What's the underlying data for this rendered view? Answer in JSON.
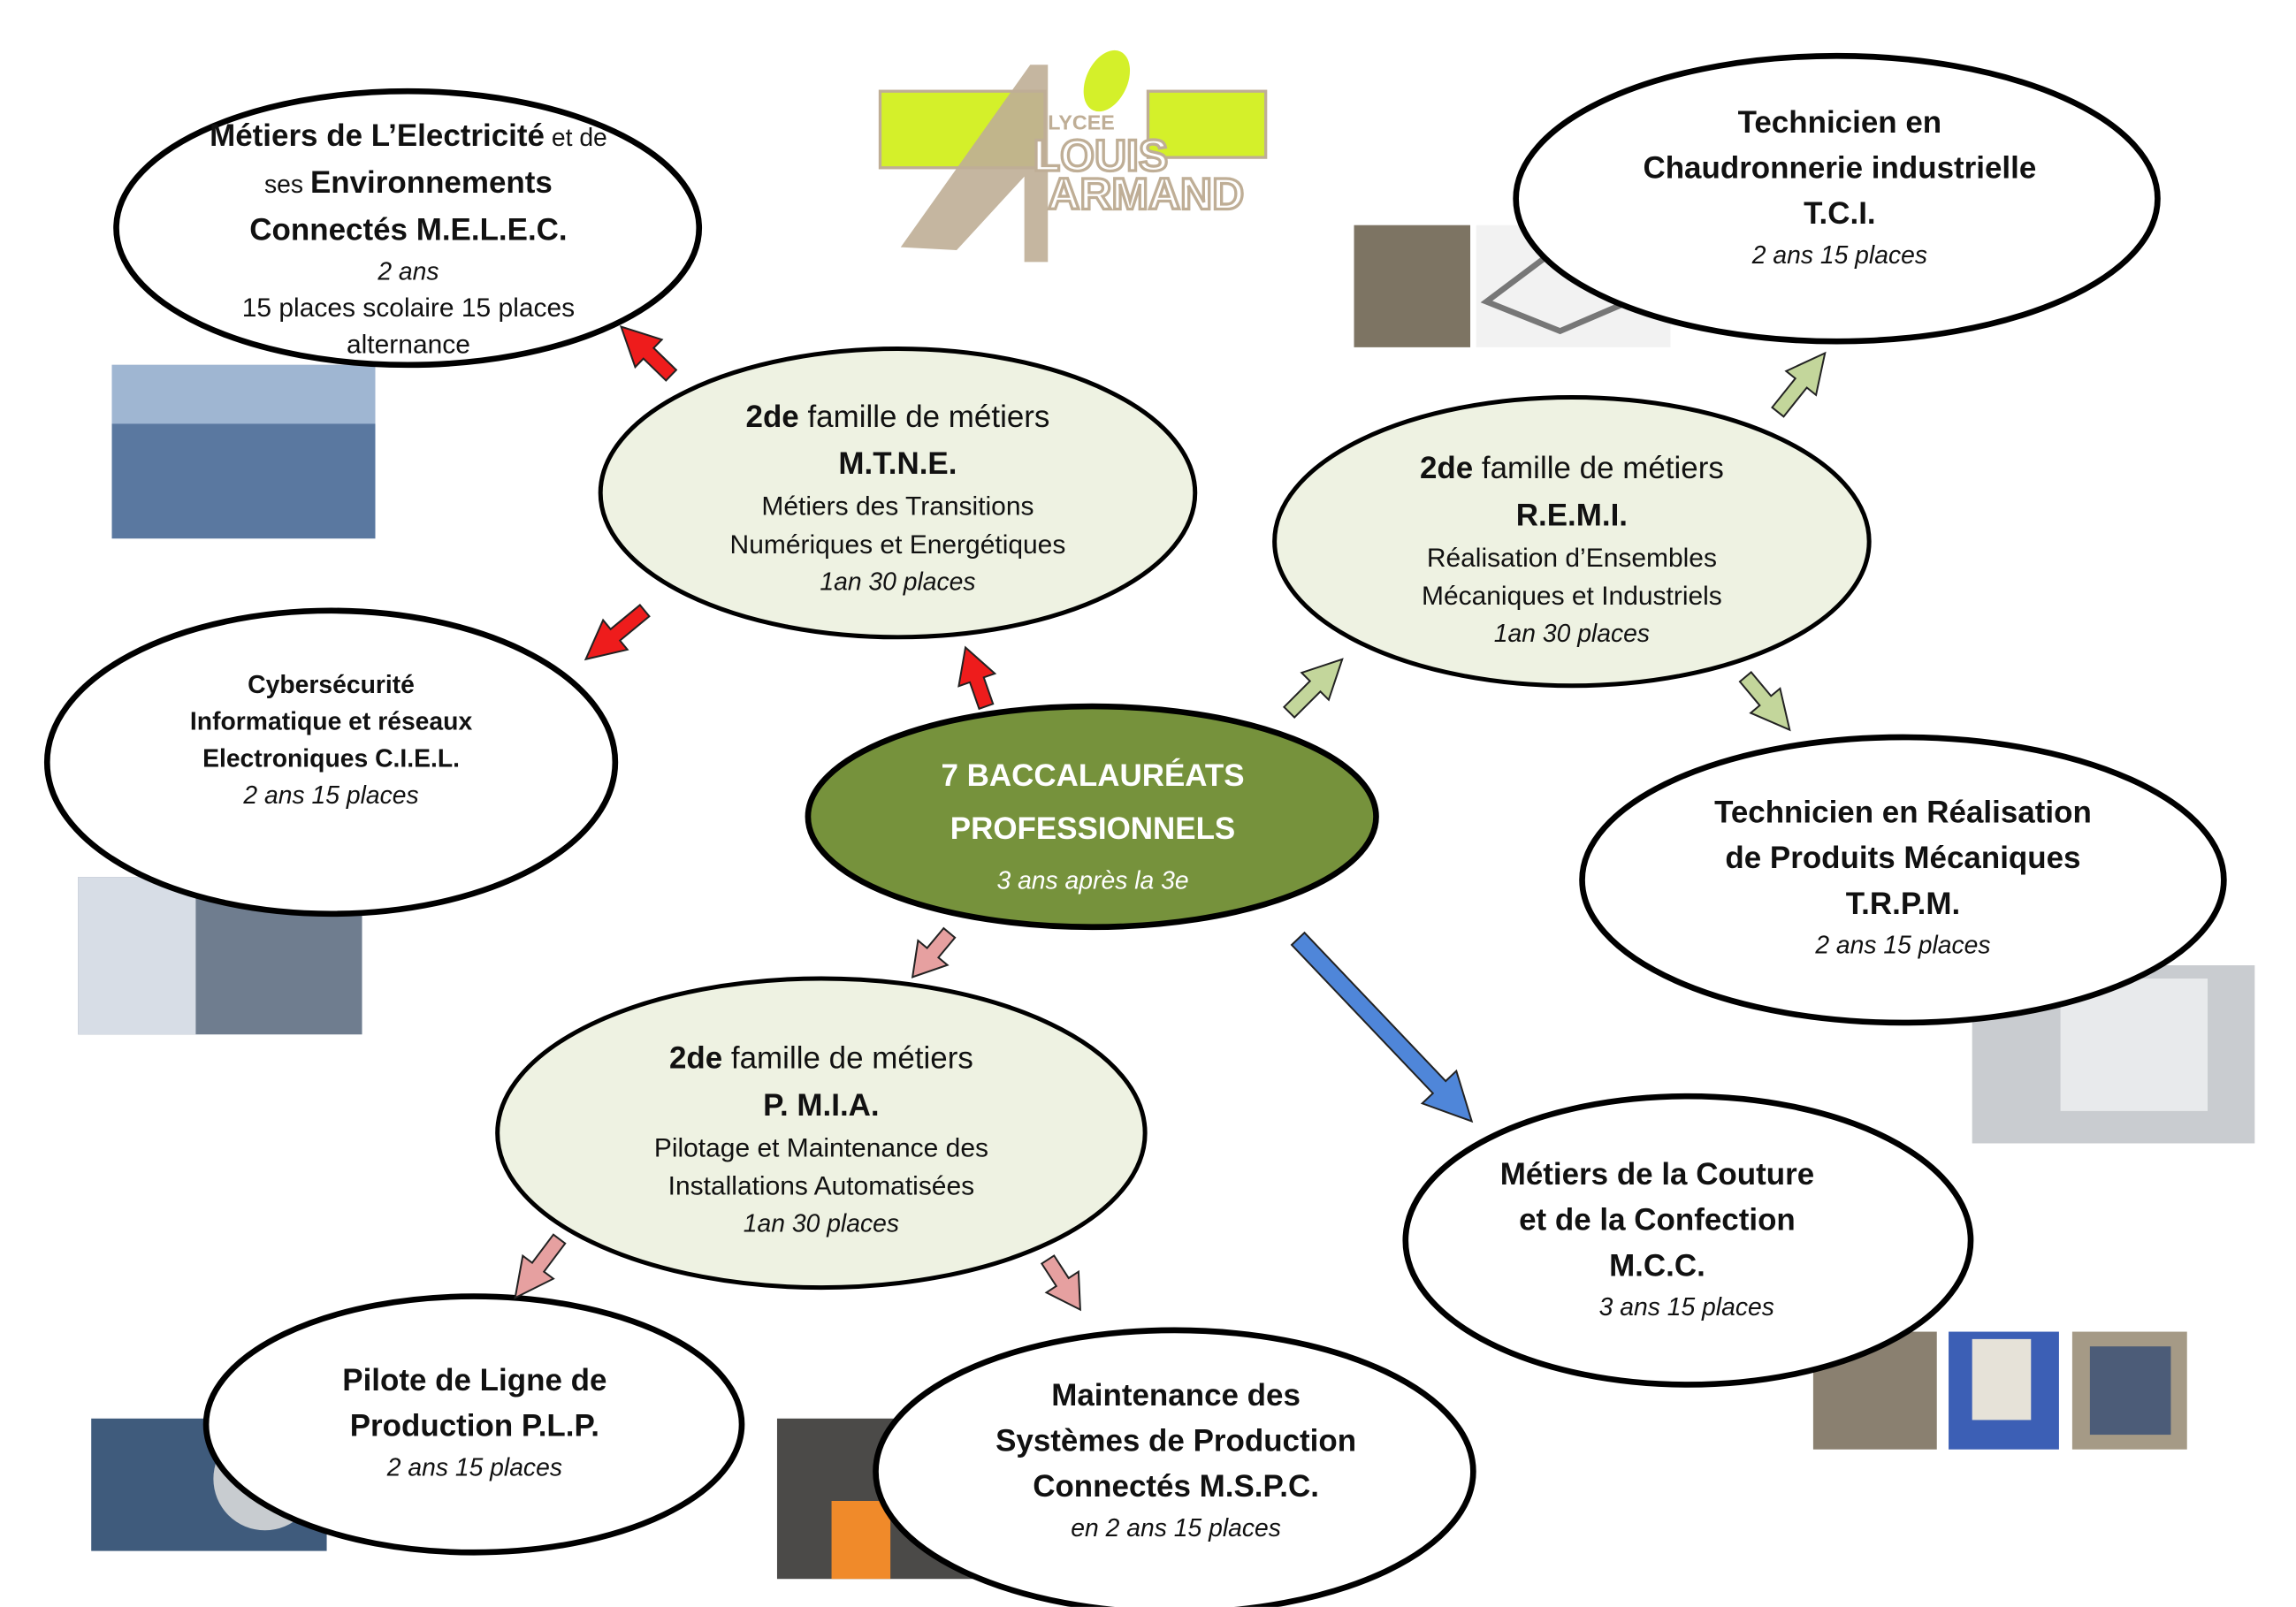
{
  "colors": {
    "central_fill": "#76923c",
    "family_fill": "#eef2e2",
    "job_fill": "#ffffff",
    "arrow_red": "#ee1c1c",
    "arrow_lightgreen": "#c3d69b",
    "arrow_pink": "#e6a0a0",
    "arrow_blue": "#4f86d9",
    "logo_green": "#d4f02a",
    "logo_tan": "#bfae96"
  },
  "logo": {
    "line1": "LYCEE",
    "line2": "LOUIS",
    "line3": "ARMAND"
  },
  "central": {
    "line1": "7 BACCALAURÉATS",
    "line2": "PROFESSIONNELS",
    "duration": "3 ans après la 3e"
  },
  "families": {
    "mtne": {
      "prefix": "2de",
      "label": " famille de métiers",
      "code": "M.T.N.E.",
      "desc1": "Métiers des Transitions",
      "desc2": "Numériques et Energétiques",
      "places": "1an 30 places"
    },
    "remi": {
      "prefix": "2de",
      "label": " famille de métiers",
      "code": "R.E.M.I.",
      "desc1": "Réalisation d’Ensembles",
      "desc2": "Mécaniques et Industriels",
      "places": "1an 30 places"
    },
    "pmia": {
      "prefix": "2de",
      "label": " famille de métiers",
      "code": "P. M.I.A.",
      "desc1": "Pilotage et Maintenance des",
      "desc2": "Installations Automatisées",
      "places": "1an 30 places"
    }
  },
  "jobs": {
    "melec": {
      "l1a": "Métiers de L’Electricité",
      "l1b": " et de",
      "l2a": "ses ",
      "l2b": "Environnements",
      "l3": "Connectés M.E.L.E.C.",
      "duration": "2 ans",
      "places1": "15 places scolaire 15 places",
      "places2": "alternance"
    },
    "ciel": {
      "l1": "Cybersécurité",
      "l2": "Informatique et réseaux",
      "l3": "Electroniques C.I.E.L.",
      "places": "2 ans  15 places"
    },
    "tci": {
      "l1": "Technicien en",
      "l2": "Chaudronnerie industrielle",
      "l3": "T.C.I.",
      "places": "2 ans  15 places"
    },
    "trpm": {
      "l1": "Technicien en Réalisation",
      "l2": "de Produits Mécaniques",
      "l3": "T.R.P.M.",
      "places": "2 ans  15 places"
    },
    "mcc": {
      "l1": "Métiers de la Couture",
      "l2": "et de la Confection",
      "l3": "M.C.C.",
      "places": "3 ans  15 places"
    },
    "plp": {
      "l1": "Pilote de Ligne de",
      "l2": "Production P.L.P.",
      "places": "2 ans  15 places"
    },
    "mspc": {
      "l1": "Maintenance des",
      "l2": "Systèmes de Production",
      "l3": "Connectés M.S.P.C.",
      "places": "en 2 ans  15 places"
    }
  }
}
